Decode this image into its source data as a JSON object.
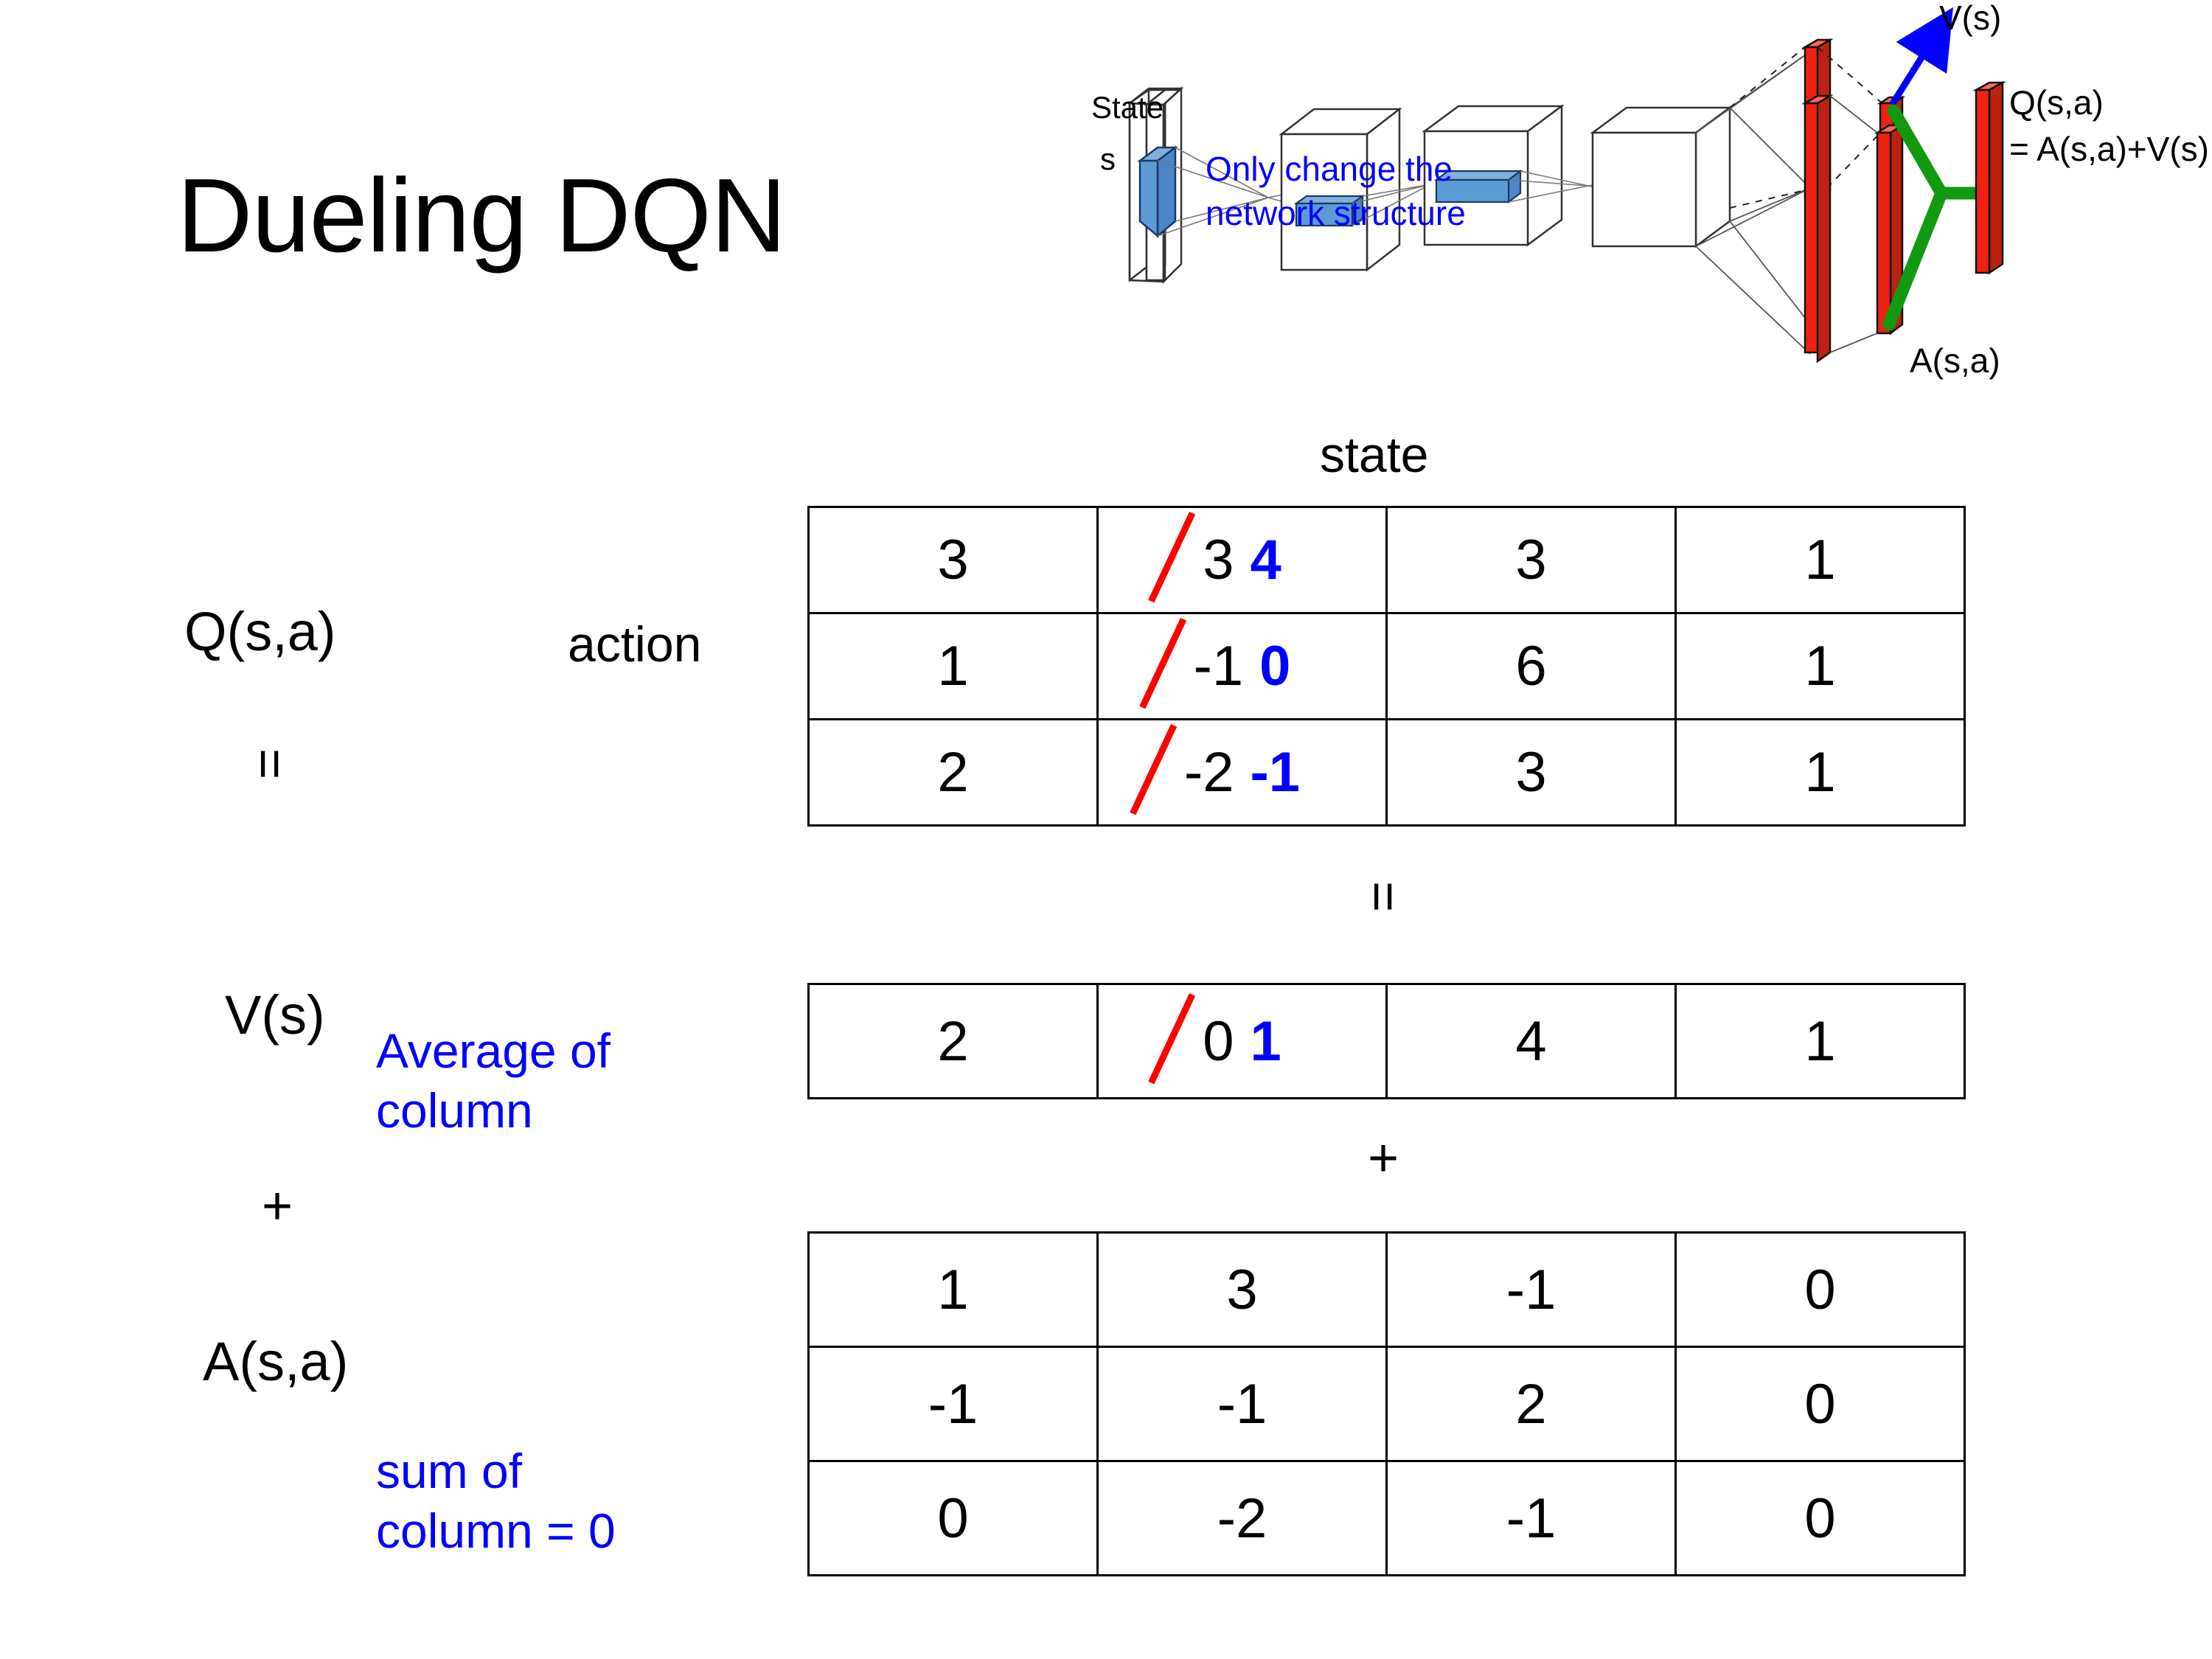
{
  "slide": {
    "title": "Dueling DQN"
  },
  "diagram": {
    "state_label_line1": "State",
    "state_label_line2": "s",
    "note": "Only change the\nnetwork structure",
    "note_line1": "Only change the",
    "note_line2": "network structure",
    "value_output_label": "V(s)",
    "advantage_output_label": "A(s,a)",
    "q_output_label_line1": "Q(s,a)",
    "q_output_label_line2": "= A(s,a)+V(s)",
    "colors": {
      "note_blue": "#0000ff",
      "arrow_blue": "#0000ff",
      "bar_red": "#ee2211",
      "merge_green": "#119911",
      "input_blue": "#5b9bd5"
    }
  },
  "axes": {
    "state_label": "state",
    "action_label": "action"
  },
  "labels": {
    "q_label": "Q(s,a)",
    "v_label": "V(s)",
    "a_label": "A(s,a)",
    "equals_top": "=",
    "plus_left": "+",
    "equals_mid": "=",
    "plus_mid": "+"
  },
  "notes": {
    "average_line1": "Average of",
    "average_line2": "column",
    "sum_line1": "sum of",
    "sum_line2": "column = 0"
  },
  "chart_data": {
    "type": "table",
    "title": "Dueling DQN  Q(s,a) = V(s) + A(s,a)",
    "xlabel": "state",
    "ylabel": "action",
    "tables": [
      {
        "name": "Q(s,a)",
        "rows": 3,
        "cols": 4,
        "values": [
          [
            "3",
            "3",
            "3",
            "1"
          ],
          [
            "1",
            "-1",
            "6",
            "1"
          ],
          [
            "2",
            "-2",
            "3",
            "1"
          ]
        ],
        "edits": [
          {
            "row": 0,
            "col": 1,
            "old": "3",
            "new": "4"
          },
          {
            "row": 1,
            "col": 1,
            "old": "-1",
            "new": "0"
          },
          {
            "row": 2,
            "col": 1,
            "old": "-2",
            "new": "-1"
          }
        ]
      },
      {
        "name": "V(s)",
        "rows": 1,
        "cols": 4,
        "values": [
          [
            "2",
            "0",
            "4",
            "1"
          ]
        ],
        "edits": [
          {
            "row": 0,
            "col": 1,
            "old": "0",
            "new": "1"
          }
        ]
      },
      {
        "name": "A(s,a)",
        "rows": 3,
        "cols": 4,
        "values": [
          [
            "1",
            "3",
            "-1",
            "0"
          ],
          [
            "-1",
            "-1",
            "2",
            "0"
          ],
          [
            "0",
            "-2",
            "-1",
            "0"
          ]
        ],
        "edits": []
      }
    ]
  },
  "q_table": {
    "r0": {
      "c0": "3",
      "c1_old": "3",
      "c1_new": "4",
      "c2": "3",
      "c3": "1"
    },
    "r1": {
      "c0": "1",
      "c1_old": "-1",
      "c1_new": "0",
      "c2": "6",
      "c3": "1"
    },
    "r2": {
      "c0": "2",
      "c1_old": "-2",
      "c1_new": "-1",
      "c2": "3",
      "c3": "1"
    }
  },
  "v_table": {
    "r0": {
      "c0": "2",
      "c1_old": "0",
      "c1_new": "1",
      "c2": "4",
      "c3": "1"
    }
  },
  "a_table": {
    "r0": {
      "c0": "1",
      "c1": "3",
      "c2": "-1",
      "c3": "0"
    },
    "r1": {
      "c0": "-1",
      "c1": "-1",
      "c2": "2",
      "c3": "0"
    },
    "r2": {
      "c0": "0",
      "c1": "-2",
      "c2": "-1",
      "c3": "0"
    }
  }
}
